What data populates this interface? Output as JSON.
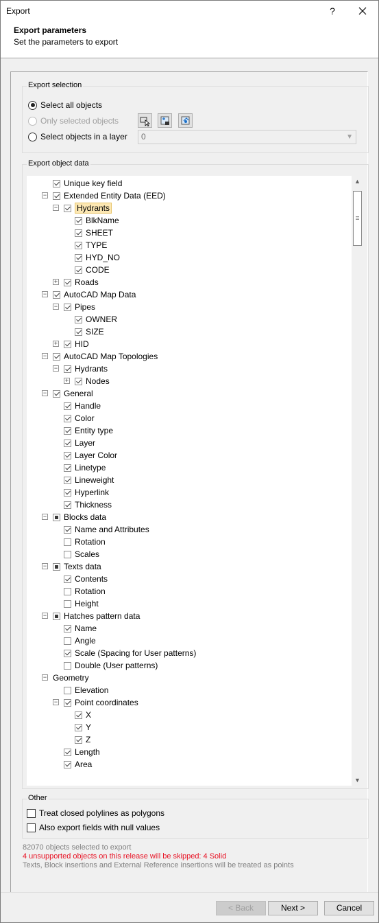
{
  "window": {
    "title": "Export",
    "help_label": "?",
    "header_title": "Export parameters",
    "header_subtitle": "Set the parameters to export"
  },
  "export_selection": {
    "legend": "Export selection",
    "select_all": "Select all objects",
    "only_selected": "Only selected objects",
    "select_layer": "Select objects in a layer",
    "layer_value": "0"
  },
  "export_object_data": {
    "legend": "Export object data",
    "tree": [
      {
        "label": "Unique key field",
        "level": 0,
        "expander": "",
        "state": "checked"
      },
      {
        "label": "Extended Entity Data (EED)",
        "level": 0,
        "expander": "minus",
        "state": "checked"
      },
      {
        "label": "Hydrants",
        "level": 1,
        "expander": "minus",
        "state": "checked",
        "selected": true
      },
      {
        "label": "BlkName",
        "level": 2,
        "expander": "",
        "state": "checked"
      },
      {
        "label": "SHEET",
        "level": 2,
        "expander": "",
        "state": "checked"
      },
      {
        "label": "TYPE",
        "level": 2,
        "expander": "",
        "state": "checked"
      },
      {
        "label": "HYD_NO",
        "level": 2,
        "expander": "",
        "state": "checked"
      },
      {
        "label": "CODE",
        "level": 2,
        "expander": "",
        "state": "checked"
      },
      {
        "label": "Roads",
        "level": 1,
        "expander": "plus",
        "state": "checked"
      },
      {
        "label": "AutoCAD Map Data",
        "level": 0,
        "expander": "minus",
        "state": "checked"
      },
      {
        "label": "Pipes",
        "level": 1,
        "expander": "minus",
        "state": "checked"
      },
      {
        "label": "OWNER",
        "level": 2,
        "expander": "",
        "state": "checked"
      },
      {
        "label": "SIZE",
        "level": 2,
        "expander": "",
        "state": "checked"
      },
      {
        "label": "HID",
        "level": 1,
        "expander": "plus",
        "state": "checked"
      },
      {
        "label": "AutoCAD Map Topologies",
        "level": 0,
        "expander": "minus",
        "state": "checked"
      },
      {
        "label": "Hydrants",
        "level": 1,
        "expander": "minus",
        "state": "checked"
      },
      {
        "label": "Nodes",
        "level": 2,
        "expander": "plus",
        "state": "checked"
      },
      {
        "label": "General",
        "level": 0,
        "expander": "minus",
        "state": "checked"
      },
      {
        "label": "Handle",
        "level": 1,
        "expander": "",
        "state": "checked"
      },
      {
        "label": "Color",
        "level": 1,
        "expander": "",
        "state": "checked"
      },
      {
        "label": "Entity type",
        "level": 1,
        "expander": "",
        "state": "checked"
      },
      {
        "label": "Layer",
        "level": 1,
        "expander": "",
        "state": "checked"
      },
      {
        "label": "Layer Color",
        "level": 1,
        "expander": "",
        "state": "checked"
      },
      {
        "label": "Linetype",
        "level": 1,
        "expander": "",
        "state": "checked"
      },
      {
        "label": "Lineweight",
        "level": 1,
        "expander": "",
        "state": "checked"
      },
      {
        "label": "Hyperlink",
        "level": 1,
        "expander": "",
        "state": "checked"
      },
      {
        "label": "Thickness",
        "level": 1,
        "expander": "",
        "state": "checked"
      },
      {
        "label": "Blocks data",
        "level": 0,
        "expander": "minus",
        "state": "partial"
      },
      {
        "label": "Name and Attributes",
        "level": 1,
        "expander": "",
        "state": "checked"
      },
      {
        "label": "Rotation",
        "level": 1,
        "expander": "",
        "state": "unchecked"
      },
      {
        "label": "Scales",
        "level": 1,
        "expander": "",
        "state": "unchecked"
      },
      {
        "label": "Texts data",
        "level": 0,
        "expander": "minus",
        "state": "partial"
      },
      {
        "label": "Contents",
        "level": 1,
        "expander": "",
        "state": "checked"
      },
      {
        "label": "Rotation",
        "level": 1,
        "expander": "",
        "state": "unchecked"
      },
      {
        "label": "Height",
        "level": 1,
        "expander": "",
        "state": "unchecked"
      },
      {
        "label": "Hatches pattern data",
        "level": 0,
        "expander": "minus",
        "state": "partial"
      },
      {
        "label": "Name",
        "level": 1,
        "expander": "",
        "state": "checked"
      },
      {
        "label": "Angle",
        "level": 1,
        "expander": "",
        "state": "unchecked"
      },
      {
        "label": "Scale (Spacing for User patterns)",
        "level": 1,
        "expander": "",
        "state": "checked"
      },
      {
        "label": "Double (User patterns)",
        "level": 1,
        "expander": "",
        "state": "unchecked"
      },
      {
        "label": "Geometry",
        "level": 0,
        "expander": "minus",
        "state": "none"
      },
      {
        "label": "Elevation",
        "level": 1,
        "expander": "",
        "state": "unchecked"
      },
      {
        "label": "Point coordinates",
        "level": 1,
        "expander": "minus",
        "state": "checked"
      },
      {
        "label": "X",
        "level": 2,
        "expander": "",
        "state": "checked"
      },
      {
        "label": "Y",
        "level": 2,
        "expander": "",
        "state": "checked"
      },
      {
        "label": "Z",
        "level": 2,
        "expander": "",
        "state": "checked"
      },
      {
        "label": "Length",
        "level": 1,
        "expander": "",
        "state": "checked"
      },
      {
        "label": "Area",
        "level": 1,
        "expander": "",
        "state": "checked"
      }
    ]
  },
  "other": {
    "legend": "Other",
    "treat_closed": "Treat closed polylines as polygons",
    "export_null": "Also export fields with null values"
  },
  "info": {
    "selected_count": "82070 objects selected to export",
    "unsupported": "4 unsupported objects on this release will be skipped: 4 Solid",
    "note": "Texts, Block insertions and External Reference insertions will be treated as points"
  },
  "buttons": {
    "back": "< Back",
    "next": "Next >",
    "cancel": "Cancel"
  },
  "colors": {
    "warning_text": "#e81123",
    "info_text": "#808080",
    "selection_highlight": "#fce7b2"
  }
}
